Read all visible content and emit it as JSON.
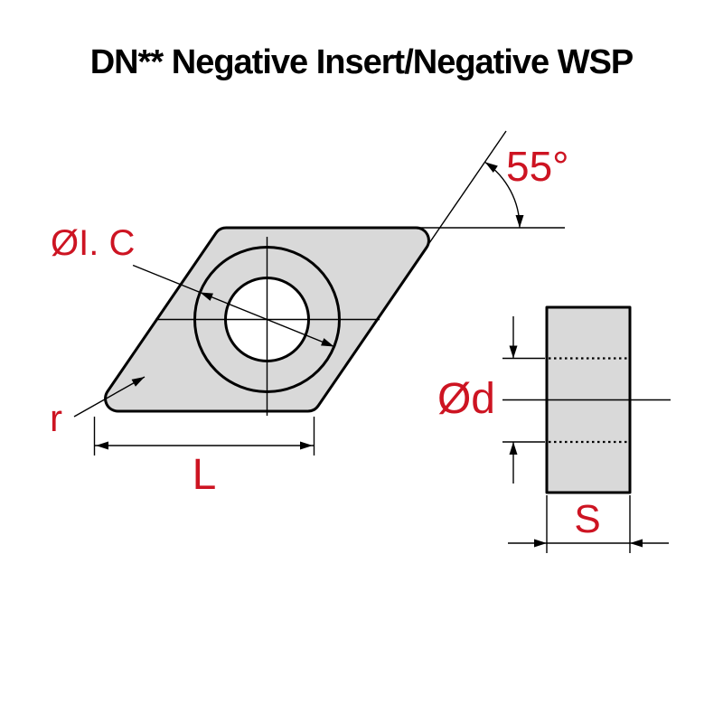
{
  "title": "DN** Negative Insert/Negative WSP",
  "labels": {
    "inscribed_circle": "ØI. C",
    "corner_angle": "55°",
    "corner_radius": "r",
    "edge_length": "L",
    "hole_diameter": "Ød",
    "thickness": "S"
  },
  "colors": {
    "label_red": "#cd1422",
    "insert_fill": "#d9d9d9",
    "line_black": "#000000"
  }
}
